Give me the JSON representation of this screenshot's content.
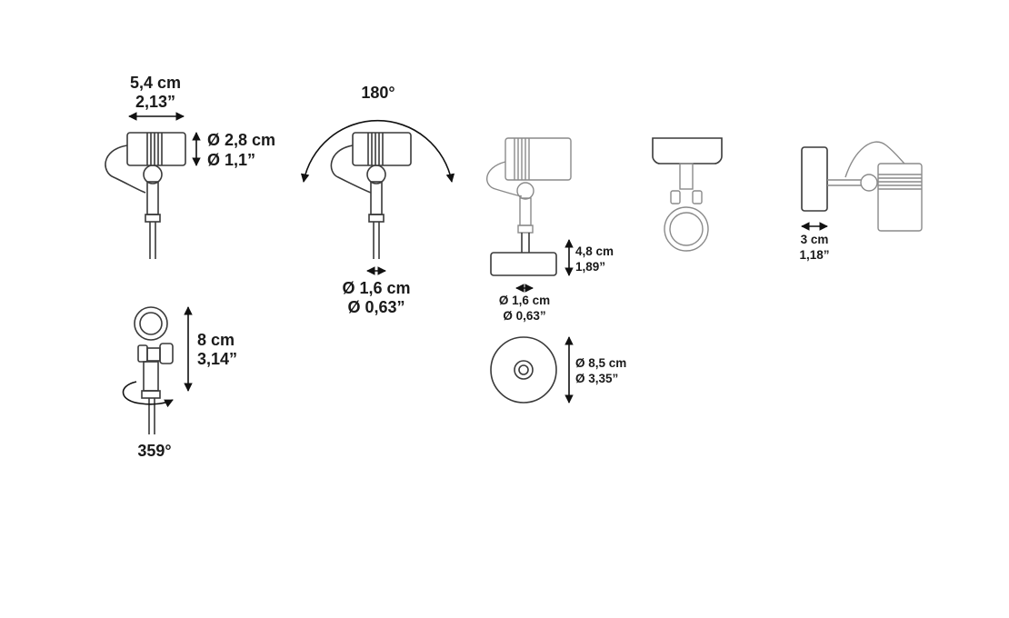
{
  "header": {
    "partial_title": ""
  },
  "dimensions": {
    "width_cm": "5,4 cm",
    "width_in": "2,13”",
    "head_dia_cm": "Ø 2,8 cm",
    "head_dia_in": "Ø 1,1”",
    "rotation_angle": "180°",
    "stem_dia_cm": "Ø 1,6 cm",
    "stem_dia_in": "Ø 0,63”",
    "base_height_cm": "4,8 cm",
    "base_height_in": "1,89”",
    "base_stem_dia_cm": "Ø 1,6 cm",
    "base_stem_dia_in": "Ø 0,63”",
    "base_dia_cm": "Ø 8,5 cm",
    "base_dia_in": "Ø 3,35”",
    "wall_depth_cm": "3 cm",
    "wall_depth_in": "1,18”",
    "clamp_height_cm": "8 cm",
    "clamp_height_in": "3,14”",
    "swivel_angle": "359°"
  },
  "colors": {
    "line": "#3a3a3a",
    "light_line": "#8a8a8a",
    "text": "#1a1a1a"
  }
}
